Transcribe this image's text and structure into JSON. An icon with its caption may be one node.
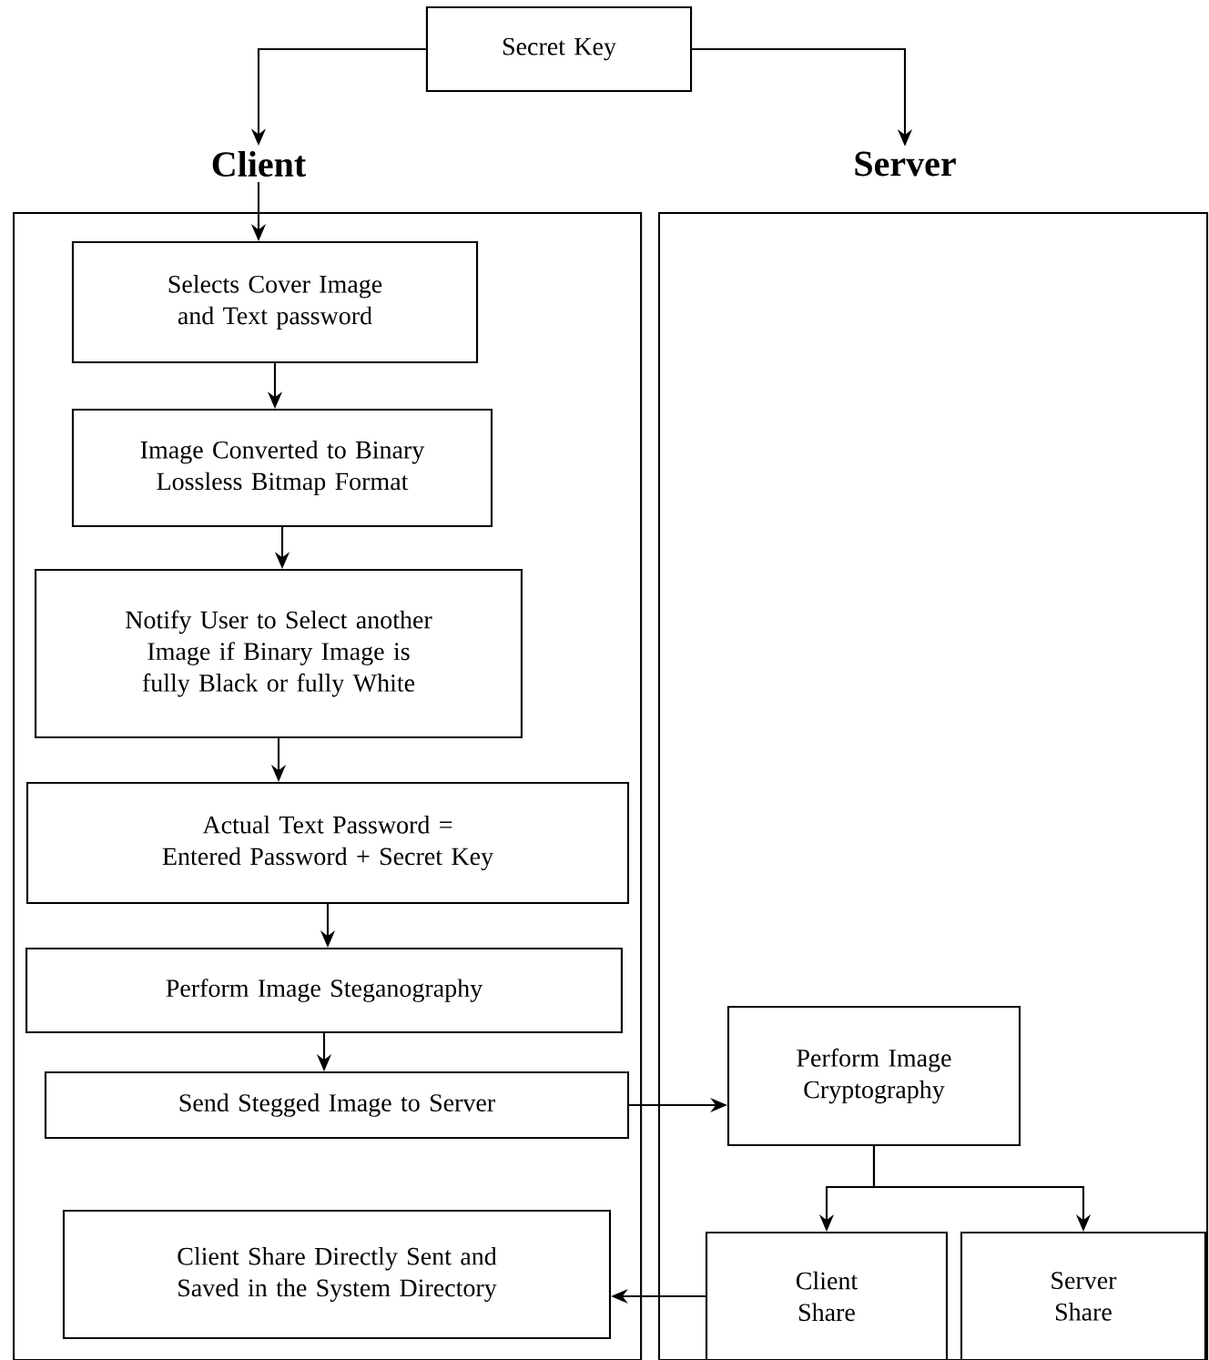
{
  "diagram": {
    "nodes": [
      {
        "text": [
          "Secret Key"
        ]
      },
      {
        "text": [
          "Client"
        ]
      },
      {
        "text": [
          "Server"
        ]
      },
      {
        "text": [
          "Selects Cover Image and Text password"
        ],
        "in": 1
      },
      {
        "text": [
          "Image Converted to Binary Lossless Bitmap Format"
        ],
        "in": 1
      },
      {
        "text": [
          "Notify User to Select another Image if Binary Image is fully Black or fully White"
        ],
        "in": 1
      },
      {
        "text": [
          "Actual Text Password = Entered Password + Secret Key"
        ],
        "in": 1
      },
      {
        "text": [
          "Perform Image Steganography"
        ],
        "in": 1
      },
      {
        "text": [
          "Send Stegged Image to Server"
        ],
        "in": 1
      },
      {
        "text": [
          "Client Share Directly Sent and Saved in the System Directory"
        ],
        "in": 1
      },
      {
        "text": [
          "Perform Image Cryptography"
        ],
        "in": 2
      },
      {
        "text": [
          "Client Share"
        ],
        "in": 2
      },
      {
        "text": [
          "Server Share"
        ],
        "in": 2
      }
    ],
    "edges": [
      {
        "from": 0,
        "to": 1,
        "arrow": "to"
      },
      {
        "from": 0,
        "to": 2,
        "arrow": "to"
      },
      {
        "from": 1,
        "to": 3,
        "arrow": "to"
      },
      {
        "from": 3,
        "to": 4,
        "arrow": "to"
      },
      {
        "from": 4,
        "to": 5,
        "arrow": "to"
      },
      {
        "from": 5,
        "to": 6,
        "arrow": "to"
      },
      {
        "from": 6,
        "to": 7,
        "arrow": "to"
      },
      {
        "from": 7,
        "to": 8,
        "arrow": "to"
      },
      {
        "from": 8,
        "to": 10,
        "arrow": "to"
      },
      {
        "from": 10,
        "to": 11,
        "arrow": "to"
      },
      {
        "from": 10,
        "to": 12,
        "arrow": "to"
      },
      {
        "from": 11,
        "to": 9,
        "arrow": "to"
      }
    ]
  }
}
